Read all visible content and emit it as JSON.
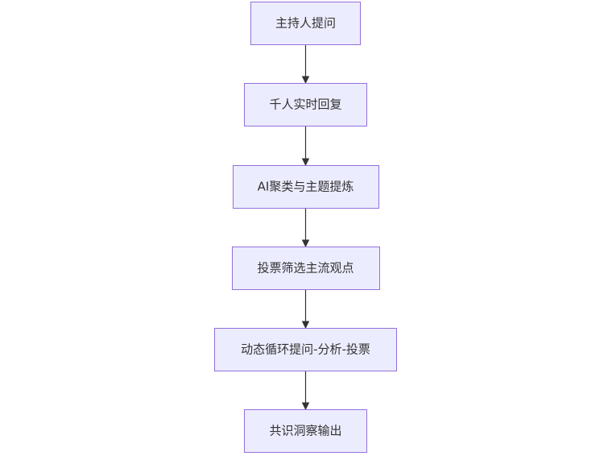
{
  "flowchart": {
    "nodes": [
      {
        "id": "n1",
        "label": "主持人提问"
      },
      {
        "id": "n2",
        "label": "千人实时回复"
      },
      {
        "id": "n3",
        "label": "AI聚类与主题提炼"
      },
      {
        "id": "n4",
        "label": "投票筛选主流观点"
      },
      {
        "id": "n5",
        "label": "动态循环提问-分析-投票"
      },
      {
        "id": "n6",
        "label": "共识洞察输出"
      }
    ],
    "edges": [
      {
        "from": "n1",
        "to": "n2"
      },
      {
        "from": "n2",
        "to": "n3"
      },
      {
        "from": "n3",
        "to": "n4"
      },
      {
        "from": "n4",
        "to": "n5"
      },
      {
        "from": "n5",
        "to": "n6"
      }
    ]
  }
}
